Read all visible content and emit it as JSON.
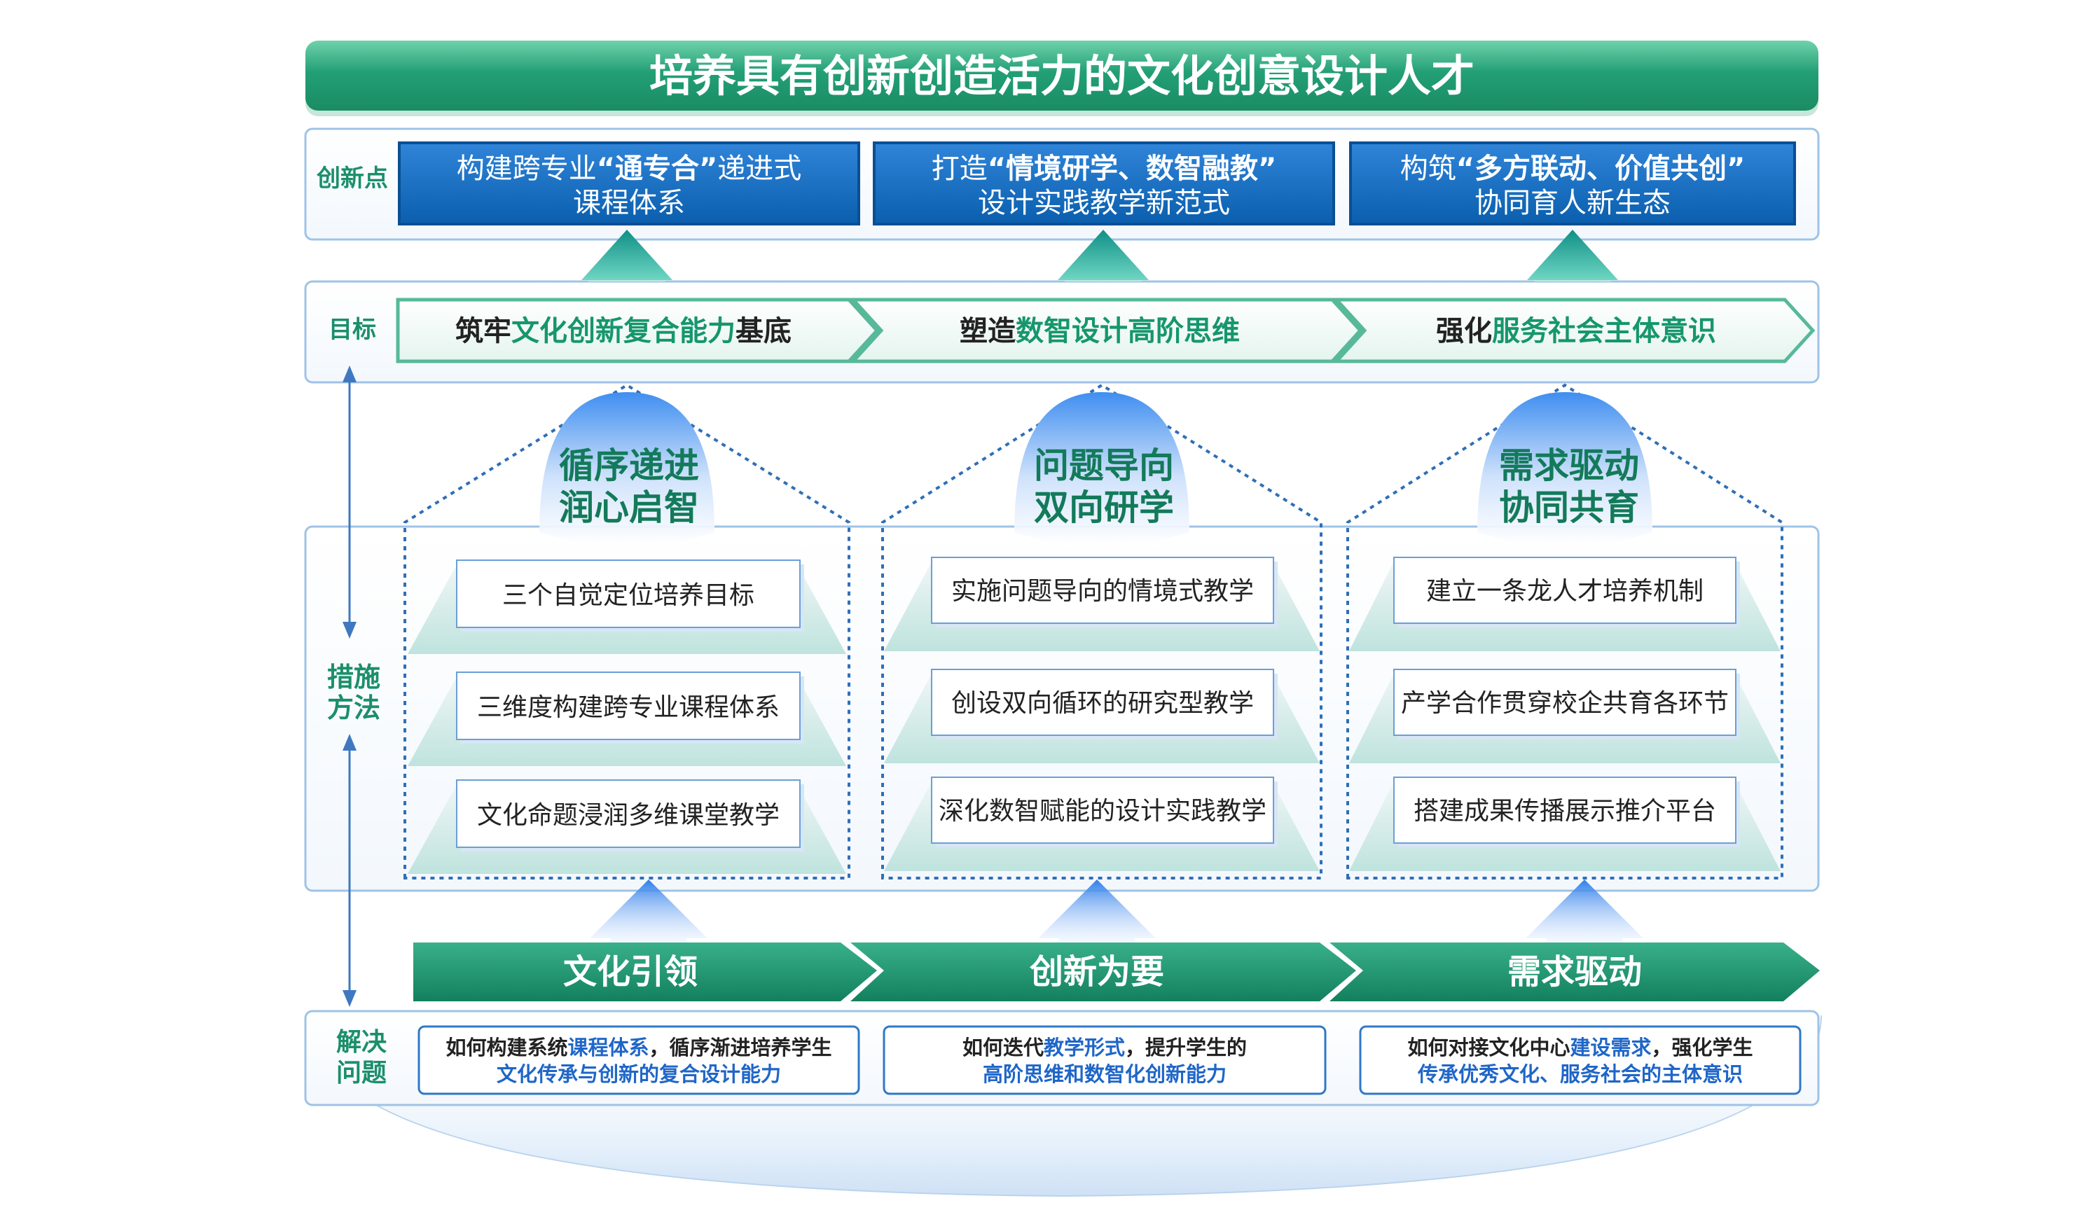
{
  "title": "培养具有创新创造活力的文化创意设计人才",
  "rows": {
    "innovation": "创新点",
    "goal": "目标",
    "measures_line1": "措施",
    "measures_line2": "方法",
    "problems_line1": "解决",
    "problems_line2": "问题"
  },
  "innovation_points": [
    {
      "pre": "构建跨专业",
      "quote": "“通专合”",
      "post": "递进式",
      "line2": "课程体系"
    },
    {
      "pre": "打造",
      "quote": "“情境研学、数智融教”",
      "post": "",
      "line2": "设计实践教学新范式"
    },
    {
      "pre": "构筑",
      "quote": "“多方联动、价值共创”",
      "post": "",
      "line2": "协同育人新生态"
    }
  ],
  "goals": [
    {
      "pre": "筑牢",
      "hl": "文化创新复合能力",
      "post": "基底"
    },
    {
      "pre": "塑造",
      "hl": "数智设计高阶思维",
      "post": ""
    },
    {
      "pre": "强化",
      "hl": "服务社会主体意识",
      "post": ""
    }
  ],
  "pillars": [
    {
      "line1": "循序递进",
      "line2": "润心启智",
      "items": [
        "三个自觉定位培养目标",
        "三维度构建跨专业课程体系",
        "文化命题浸润多维课堂教学"
      ]
    },
    {
      "line1": "问题导向",
      "line2": "双向研学",
      "items": [
        "实施问题导向的情境式教学",
        "创设双向循环的研究型教学",
        "深化数智赋能的设计实践教学"
      ]
    },
    {
      "line1": "需求驱动",
      "line2": "协同共育",
      "items": [
        "建立一条龙人才培养机制",
        "产学合作贯穿校企共育各环节",
        "搭建成果传播展示推介平台"
      ]
    }
  ],
  "foundations": [
    "文化引领",
    "创新为要",
    "需求驱动"
  ],
  "problems": [
    {
      "l1a": "如何构建系统",
      "l1hl": "课程体系",
      "l1b": "，循序渐进培养学生",
      "l2": "文化传承与创新的复合设计能力"
    },
    {
      "l1a": "如何迭代",
      "l1hl": "教学形式",
      "l1b": "，提升学生的",
      "l2": "高阶思维和数智化创新能力"
    },
    {
      "l1a": "如何对接文化中心",
      "l1hl": "建设需求",
      "l1b": "，强化学生",
      "l2": "传承优秀文化、服务社会的主体意识"
    }
  ],
  "colors": {
    "green": "#16966c",
    "green_dark": "#137a5a",
    "blue_box": "#0e66b8",
    "blue_border": "#2f78c8",
    "blue_text": "#1f66c8",
    "row_label": "#1b8f6a"
  }
}
